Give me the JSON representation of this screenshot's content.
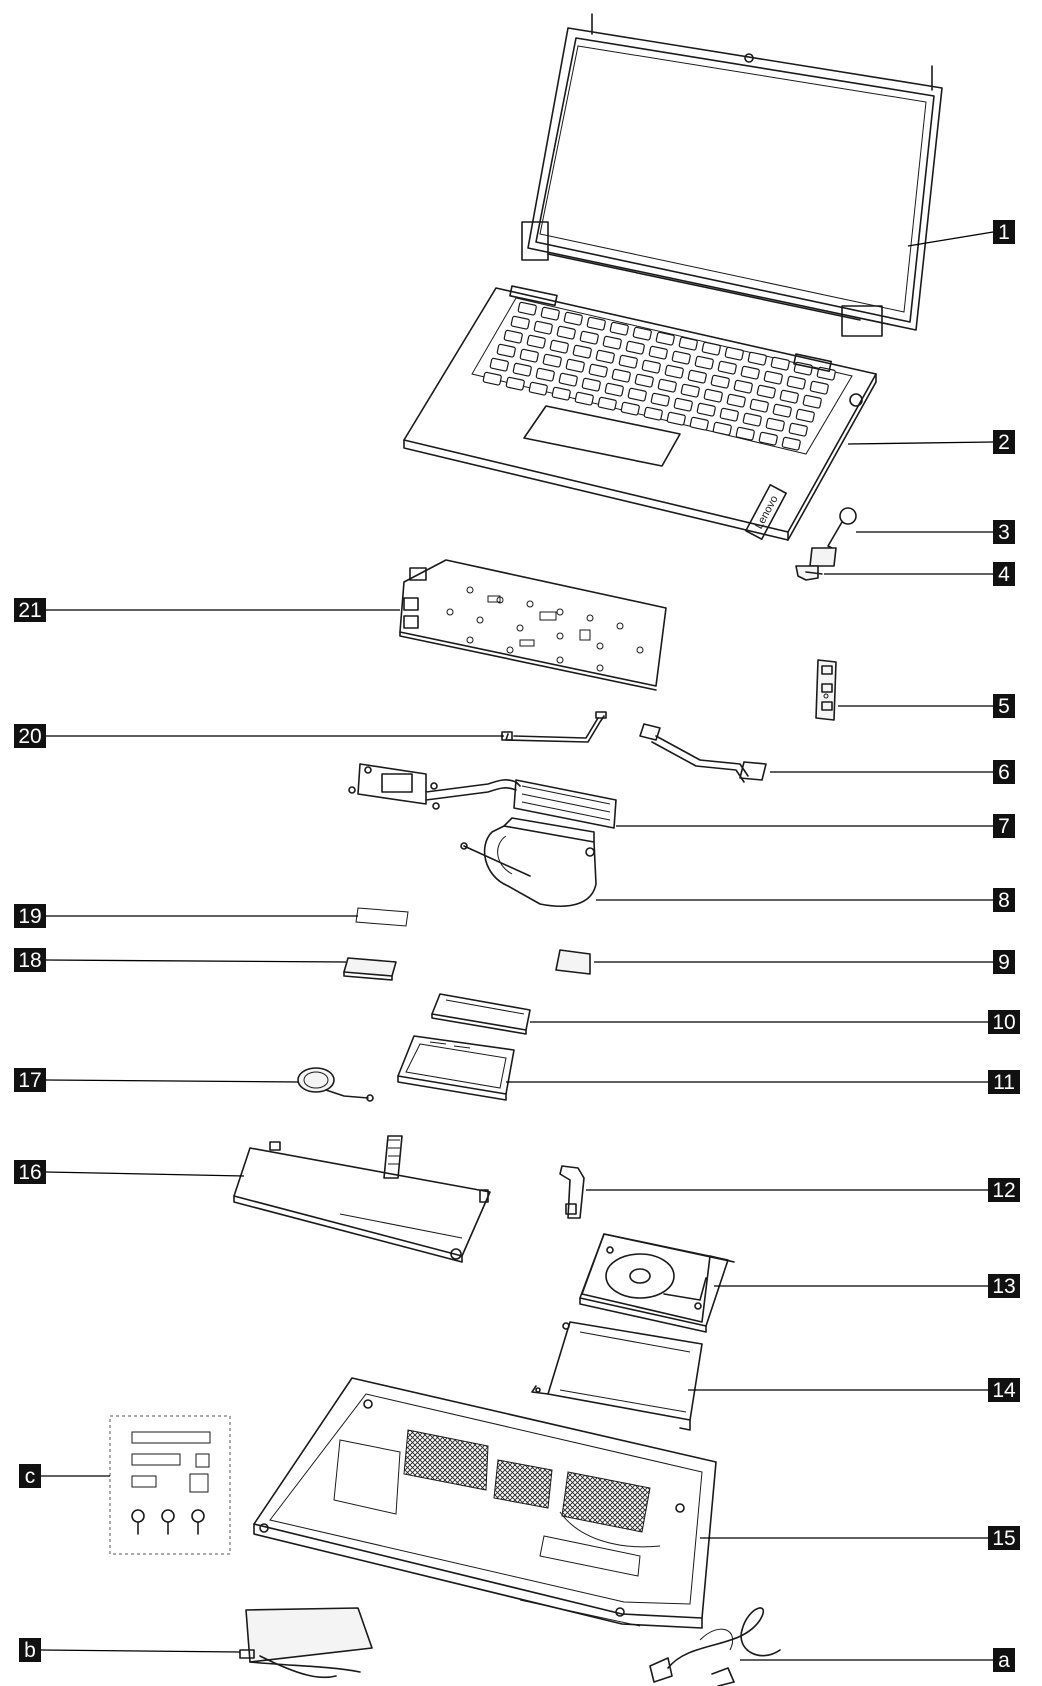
{
  "callouts": [
    {
      "id": "1",
      "label": "1"
    },
    {
      "id": "2",
      "label": "2"
    },
    {
      "id": "3",
      "label": "3"
    },
    {
      "id": "4",
      "label": "4"
    },
    {
      "id": "5",
      "label": "5"
    },
    {
      "id": "6",
      "label": "6"
    },
    {
      "id": "7",
      "label": "7"
    },
    {
      "id": "8",
      "label": "8"
    },
    {
      "id": "9",
      "label": "9"
    },
    {
      "id": "10",
      "label": "10"
    },
    {
      "id": "11",
      "label": "11"
    },
    {
      "id": "12",
      "label": "12"
    },
    {
      "id": "13",
      "label": "13"
    },
    {
      "id": "14",
      "label": "14"
    },
    {
      "id": "15",
      "label": "15"
    },
    {
      "id": "16",
      "label": "16"
    },
    {
      "id": "17",
      "label": "17"
    },
    {
      "id": "18",
      "label": "18"
    },
    {
      "id": "19",
      "label": "19"
    },
    {
      "id": "20",
      "label": "20"
    },
    {
      "id": "21",
      "label": "21"
    },
    {
      "id": "a",
      "label": "a"
    },
    {
      "id": "b",
      "label": "b"
    },
    {
      "id": "c",
      "label": "c"
    }
  ],
  "palm_rest_logo": "Lenovo"
}
